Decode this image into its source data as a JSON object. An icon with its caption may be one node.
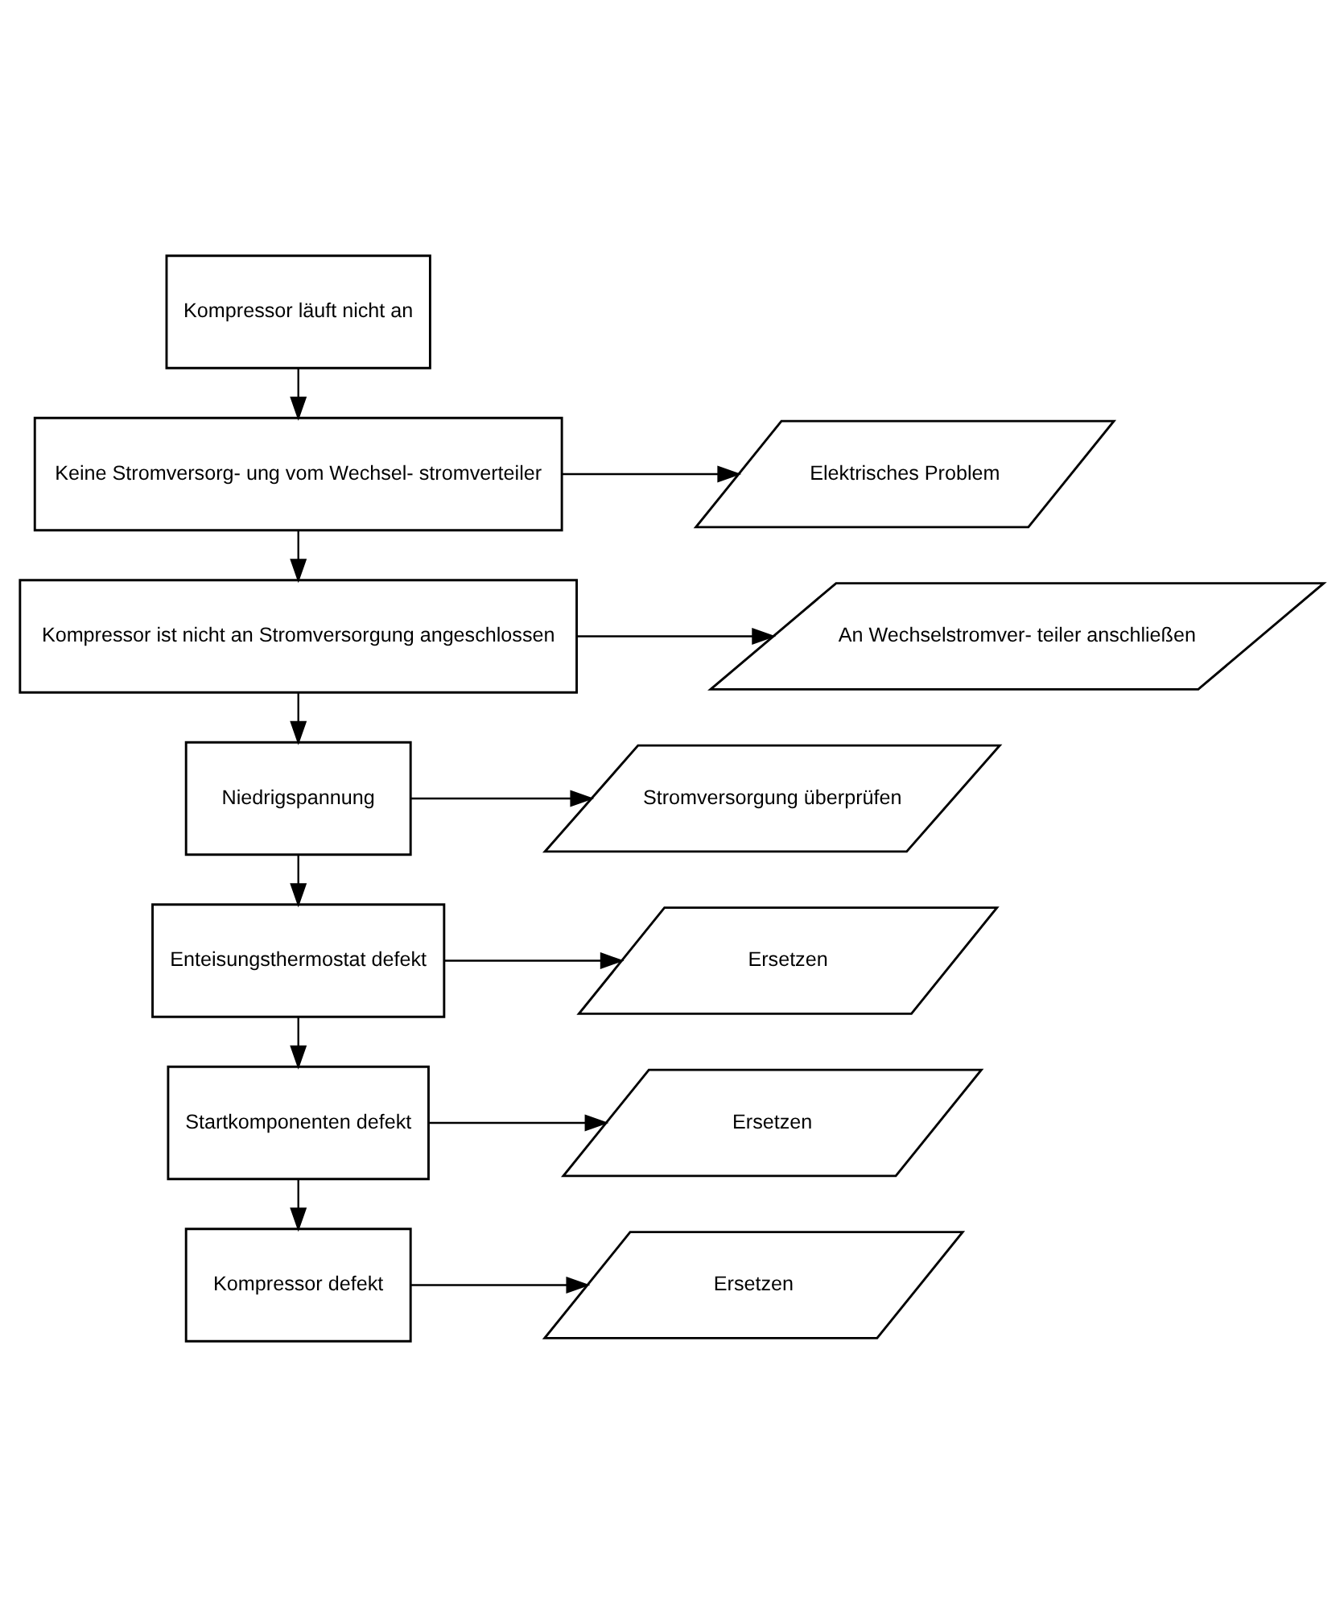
{
  "diagram": {
    "nodes": [
      {
        "text": [
          "Kompressor läuft nicht an"
        ]
      },
      {
        "text": [
          "Keine Stromversorg- ung vom Wechsel- stromverteiler"
        ]
      },
      {
        "text": [
          "Elektrisches Problem"
        ]
      },
      {
        "text": [
          "Kompressor ist nicht an Stromversorgung angeschlossen"
        ]
      },
      {
        "text": [
          "An Wechselstromver- teiler anschließen"
        ]
      },
      {
        "text": [
          "Niedrigspannung"
        ]
      },
      {
        "text": [
          "Stromversorgung überprüfen"
        ]
      },
      {
        "text": [
          "Enteisungsthermostat defekt"
        ]
      },
      {
        "text": [
          "Ersetzen"
        ]
      },
      {
        "text": [
          "Startkomponenten defekt"
        ]
      },
      {
        "text": [
          "Ersetzen"
        ]
      },
      {
        "text": [
          "Kompressor defekt"
        ]
      },
      {
        "text": [
          "Ersetzen"
        ]
      }
    ],
    "edges": [
      {
        "from": 0,
        "to": 1,
        "arrow": "to"
      },
      {
        "from": 1,
        "to": 2,
        "arrow": "to"
      },
      {
        "from": 1,
        "to": 3,
        "arrow": "to"
      },
      {
        "from": 3,
        "to": 4,
        "arrow": "to"
      },
      {
        "from": 3,
        "to": 5,
        "arrow": "to"
      },
      {
        "from": 5,
        "to": 6,
        "arrow": "to"
      },
      {
        "from": 5,
        "to": 7,
        "arrow": "to"
      },
      {
        "from": 7,
        "to": 8,
        "arrow": "to"
      },
      {
        "from": 7,
        "to": 9,
        "arrow": "to"
      },
      {
        "from": 9,
        "to": 10,
        "arrow": "to"
      },
      {
        "from": 9,
        "to": 11,
        "arrow": "to"
      },
      {
        "from": 11,
        "to": 12,
        "arrow": "to"
      }
    ]
  }
}
